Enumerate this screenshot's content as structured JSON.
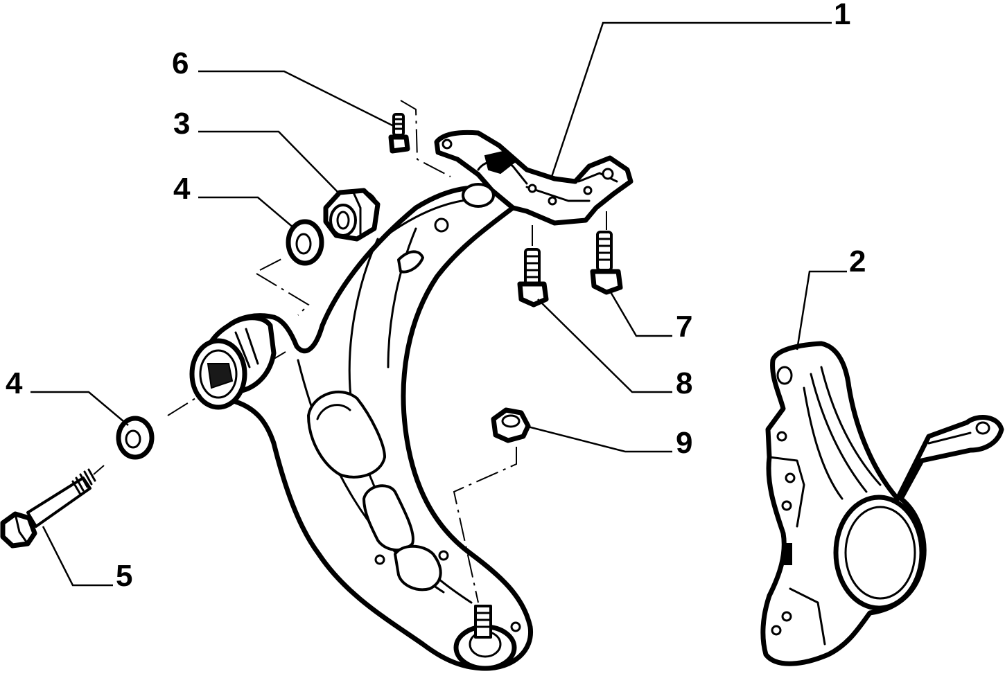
{
  "callouts": [
    {
      "id": "c1",
      "label": "1"
    },
    {
      "id": "c2",
      "label": "2"
    },
    {
      "id": "c3",
      "label": "3"
    },
    {
      "id": "c4a",
      "label": "4"
    },
    {
      "id": "c4b",
      "label": "4"
    },
    {
      "id": "c5",
      "label": "5"
    },
    {
      "id": "c6",
      "label": "6"
    },
    {
      "id": "c7",
      "label": "7"
    },
    {
      "id": "c8",
      "label": "8"
    },
    {
      "id": "c9",
      "label": "9"
    }
  ],
  "colors": {
    "line": "#000000",
    "background": "#ffffff"
  }
}
